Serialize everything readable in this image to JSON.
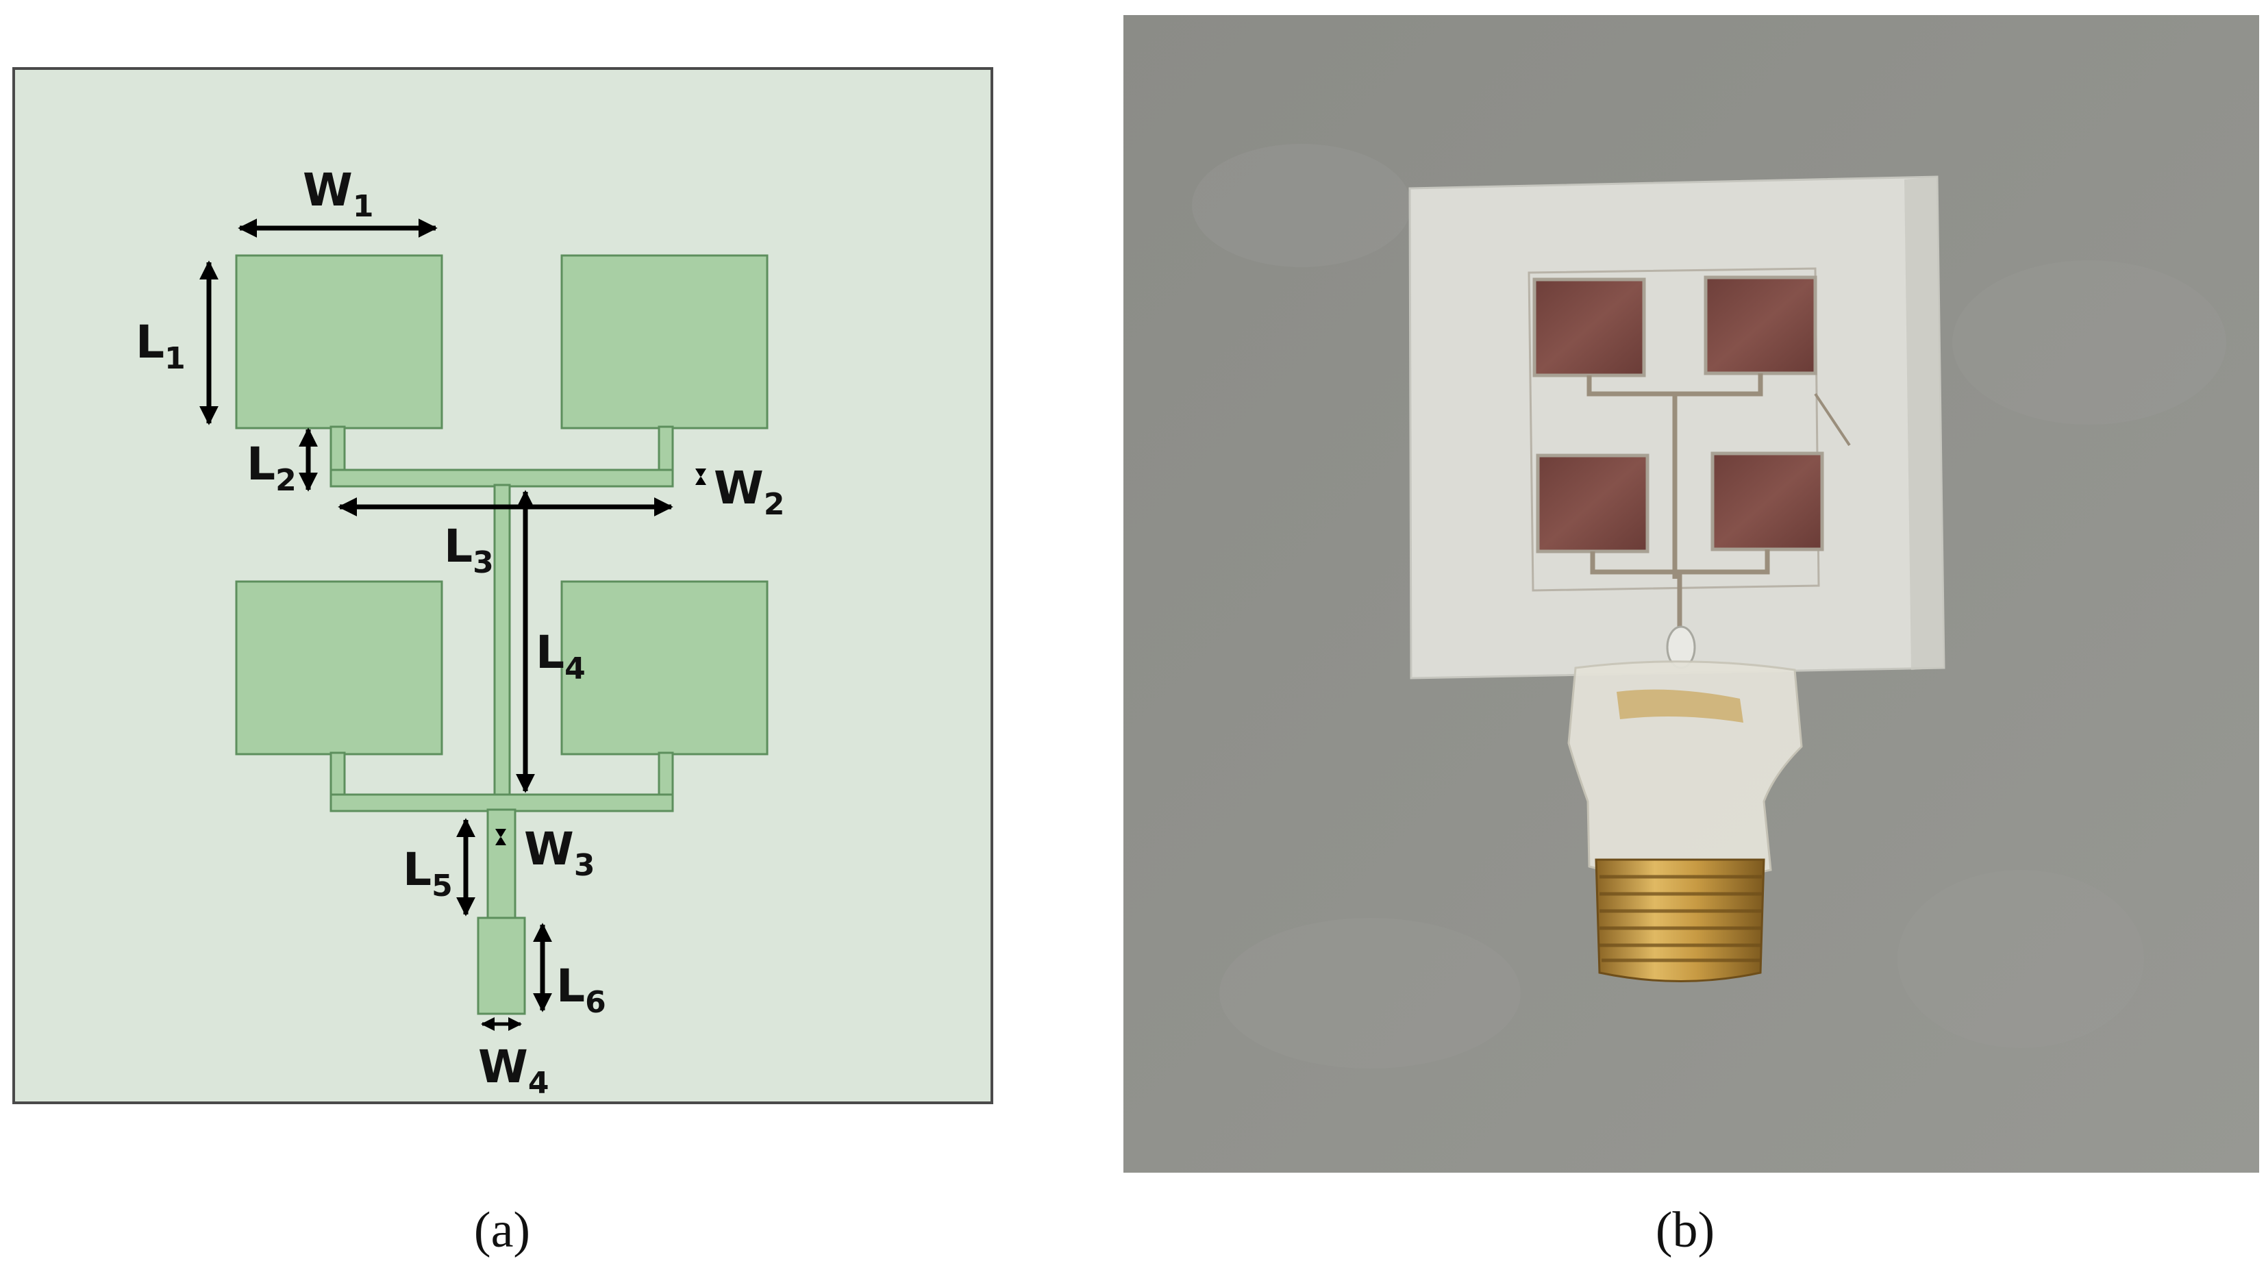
{
  "panel_a": {
    "caption": "(a)",
    "colors": {
      "substrate": "#dbe6da",
      "substrate_border": "#4a4a4a",
      "patch": "#a8cfa4",
      "patch_border": "#5d8f5d",
      "arrow": "#000000"
    },
    "labels": {
      "w1": {
        "main": "W",
        "sub": "1"
      },
      "l1": {
        "main": "L",
        "sub": "1"
      },
      "l2": {
        "main": "L",
        "sub": "2"
      },
      "w2": {
        "main": "W",
        "sub": "2"
      },
      "l3": {
        "main": "L",
        "sub": "3"
      },
      "l4": {
        "main": "L",
        "sub": "4"
      },
      "w3": {
        "main": "W",
        "sub": "3"
      },
      "l5": {
        "main": "L",
        "sub": "5"
      },
      "l6": {
        "main": "L",
        "sub": "6"
      },
      "w4": {
        "main": "W",
        "sub": "4"
      }
    }
  },
  "panel_b": {
    "caption": "(b)",
    "colors": {
      "background": "#8e8f8a",
      "board": "#dcdcd6",
      "copper": "#7a4a44",
      "trace": "#9a8e7c",
      "tape": "#e4e2d8",
      "connector": "#c39a45",
      "connector_dark": "#8a6424"
    }
  }
}
